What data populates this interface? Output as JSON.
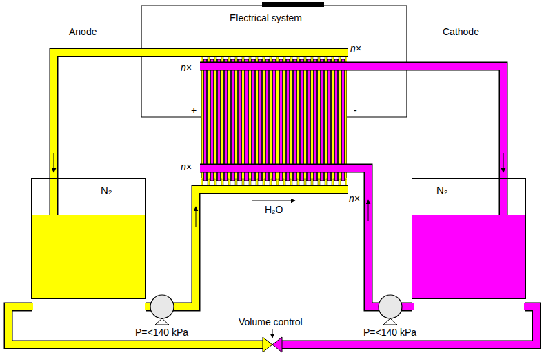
{
  "diagram": {
    "nodes": [
      {
        "text": [
          "N₂"
        ]
      },
      {
        "text": [
          "N₂"
        ]
      }
    ],
    "labels": [
      "Electrical system",
      "Anode",
      "Cathode",
      "n×",
      "n×",
      "+",
      "-",
      "n×",
      "n×",
      "H₂O",
      "Volume control",
      "P=<140 kPa",
      "P=<140 kPa"
    ]
  }
}
